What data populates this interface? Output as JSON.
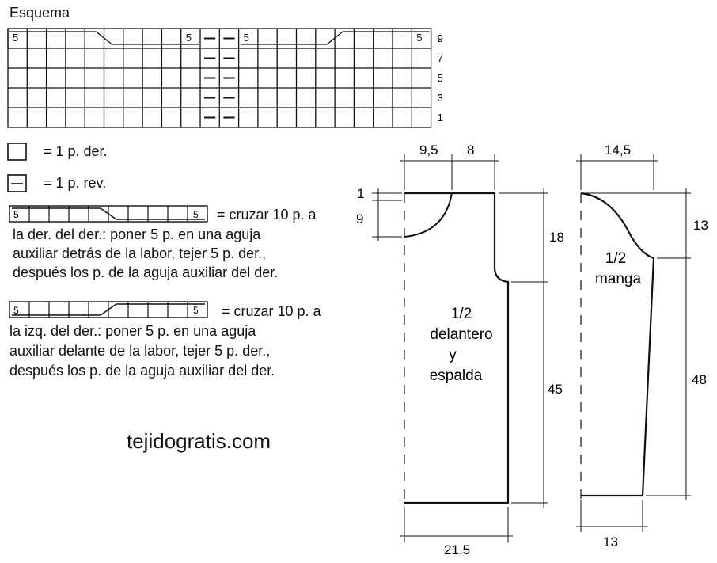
{
  "title": "Esquema",
  "chart": {
    "row_numbers": [
      "9",
      "7",
      "5",
      "3",
      "1"
    ],
    "five": "5",
    "purl_mark": "—"
  },
  "legend": {
    "knit": "= 1 p. der.",
    "purl": "= 1 p. rev.",
    "cross_right": {
      "first": "= cruzar 10 p. a",
      "rest": [
        "la der. del der.: poner 5 p. en una aguja",
        "auxiliar detrás de la labor, tejer 5 p. der.,",
        "después los p. de la aguja auxiliar del der."
      ]
    },
    "cross_left": {
      "first": "= cruzar 10 p. a",
      "rest": [
        "la izq. del der.: poner 5 p. en una aguja",
        "auxiliar delante de la labor, tejer 5 p. der.,",
        "después los p. de la aguja auxiliar del der."
      ]
    }
  },
  "website": "tejidogratis.com",
  "body_piece": {
    "label": [
      "1/2",
      "delantero",
      "y",
      "espalda"
    ],
    "dims": {
      "top_a": "9,5",
      "top_b": "8",
      "left_1": "1",
      "left_9": "9",
      "right_18": "18",
      "right_45": "45",
      "bottom": "21,5"
    }
  },
  "sleeve_piece": {
    "label": [
      "1/2",
      "manga"
    ],
    "dims": {
      "top": "14,5",
      "right_13": "13",
      "right_48": "48",
      "bottom": "13"
    }
  }
}
